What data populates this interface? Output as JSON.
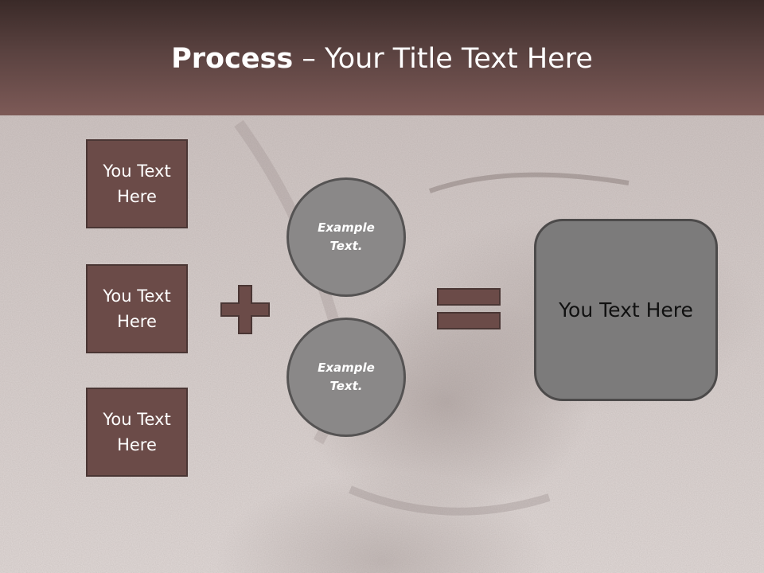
{
  "header": {
    "title_bold": "Process",
    "title_rest": " – Your Title Text Here"
  },
  "left_boxes": [
    {
      "label": "You Text Here"
    },
    {
      "label": "You Text Here"
    },
    {
      "label": "You Text Here"
    }
  ],
  "circles": [
    {
      "label": "Example Text."
    },
    {
      "label": "Example Text."
    }
  ],
  "result": {
    "label": "You Text Here"
  },
  "colors": {
    "header_dark": "#3a2a28",
    "header_light": "#7d5a57",
    "box_fill": "#6b4b48",
    "circle_fill": "#8a8888",
    "result_fill": "#7c7b7b",
    "operator_fill": "#6b4b48"
  }
}
